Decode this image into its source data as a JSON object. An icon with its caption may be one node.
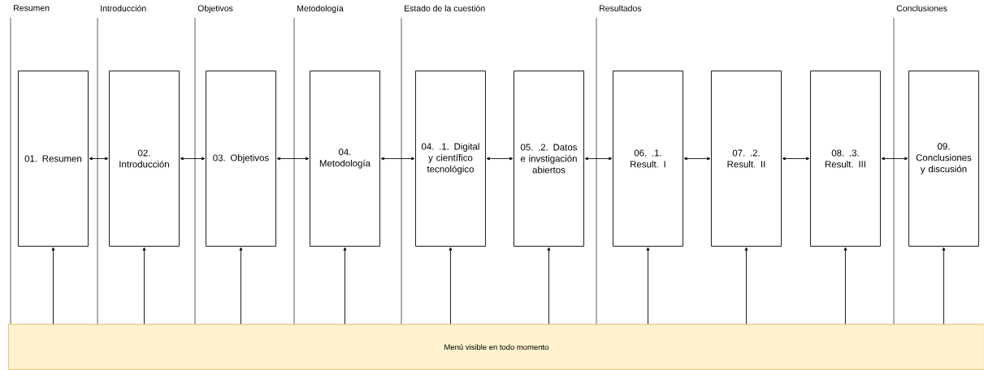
{
  "diagram": {
    "nodes": [
      {
        "text": [
          "01. Resumen"
        ]
      },
      {
        "text": [
          "02. Introducción"
        ]
      },
      {
        "text": [
          "03. Objetivos"
        ]
      },
      {
        "text": [
          "04. Metodología"
        ]
      },
      {
        "text": [
          "04. .1. Digital y científico tecnológico"
        ]
      },
      {
        "text": [
          "05. .2. Datos e invstigación abiertos"
        ]
      },
      {
        "text": [
          "06. .1. Result. I"
        ]
      },
      {
        "text": [
          "07. .2. Result. II"
        ]
      },
      {
        "text": [
          "08. .3. Result. III"
        ]
      },
      {
        "text": [
          "09. Conclusiones y discusión"
        ]
      },
      {
        "text": [
          "Menú visible en todo momento"
        ]
      }
    ],
    "edges": [
      {
        "from": 0,
        "to": 1,
        "arrow": "both"
      },
      {
        "from": 1,
        "to": 2,
        "arrow": "both"
      },
      {
        "from": 2,
        "to": 3,
        "arrow": "both"
      },
      {
        "from": 3,
        "to": 4,
        "arrow": "both"
      },
      {
        "from": 4,
        "to": 5,
        "arrow": "both"
      },
      {
        "from": 5,
        "to": 6,
        "arrow": "both"
      },
      {
        "from": 6,
        "to": 7,
        "arrow": "both"
      },
      {
        "from": 7,
        "to": 8,
        "arrow": "both"
      },
      {
        "from": 8,
        "to": 9,
        "arrow": "both"
      },
      {
        "from": 10,
        "to": 0,
        "arrow": "to"
      },
      {
        "from": 10,
        "to": 1,
        "arrow": "to"
      },
      {
        "from": 10,
        "to": 2,
        "arrow": "to"
      },
      {
        "from": 10,
        "to": 3,
        "arrow": "to"
      },
      {
        "from": 10,
        "to": 4,
        "arrow": "to"
      },
      {
        "from": 10,
        "to": 5,
        "arrow": "to"
      },
      {
        "from": 10,
        "to": 6,
        "arrow": "to"
      },
      {
        "from": 10,
        "to": 7,
        "arrow": "to"
      },
      {
        "from": 10,
        "to": 8,
        "arrow": "to"
      },
      {
        "from": 10,
        "to": 9,
        "arrow": "to"
      }
    ],
    "labels": [
      "Resumen",
      "Introducción",
      "Objetivos",
      "Metodología",
      "Estado de la cuestión",
      "Resultados",
      "Conclusiones"
    ]
  }
}
